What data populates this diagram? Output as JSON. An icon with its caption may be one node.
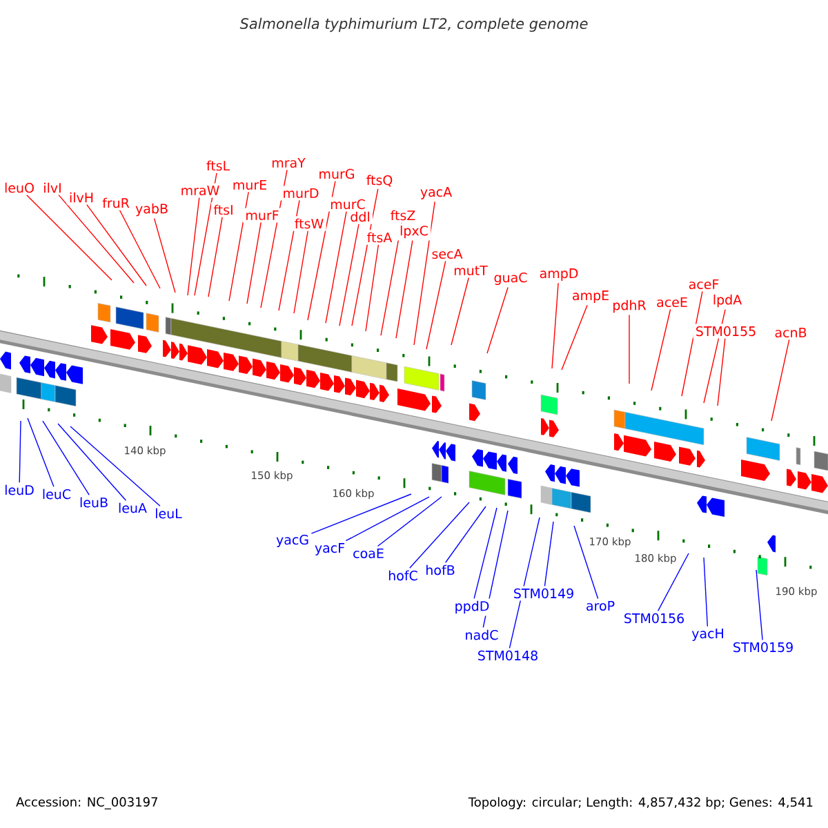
{
  "diagram": {
    "title": "Salmonella typhimurium LT2, complete genome",
    "nodes": [
      {
        "text": [
          "leuO"
        ]
      },
      {
        "text": [
          "ilvI"
        ]
      },
      {
        "text": [
          "ilvH"
        ]
      },
      {
        "text": [
          "fruR"
        ]
      },
      {
        "text": [
          "yabB"
        ]
      },
      {
        "text": [
          "mraW"
        ]
      },
      {
        "text": [
          "ftsL"
        ]
      },
      {
        "text": [
          "ftsI"
        ]
      },
      {
        "text": [
          "murE"
        ]
      },
      {
        "text": [
          "murF"
        ]
      },
      {
        "text": [
          "mraY"
        ]
      },
      {
        "text": [
          "murD"
        ]
      },
      {
        "text": [
          "ftsW"
        ]
      },
      {
        "text": [
          "murG"
        ]
      },
      {
        "text": [
          "murC"
        ]
      },
      {
        "text": [
          "ddl"
        ]
      },
      {
        "text": [
          "ftsQ"
        ]
      },
      {
        "text": [
          "ftsA"
        ]
      },
      {
        "text": [
          "ftsZ"
        ]
      },
      {
        "text": [
          "lpxC"
        ]
      },
      {
        "text": [
          "yacA"
        ]
      },
      {
        "text": [
          "secA"
        ]
      },
      {
        "text": [
          "mutT"
        ]
      },
      {
        "text": [
          "guaC"
        ]
      },
      {
        "text": [
          "ampD"
        ]
      },
      {
        "text": [
          "ampE"
        ]
      },
      {
        "text": [
          "pdhR"
        ]
      },
      {
        "text": [
          "aceE"
        ]
      },
      {
        "text": [
          "aceF"
        ]
      },
      {
        "text": [
          "lpdA"
        ]
      },
      {
        "text": [
          "STM0155"
        ]
      },
      {
        "text": [
          "acnB"
        ]
      },
      {
        "text": [
          "leuD"
        ]
      },
      {
        "text": [
          "leuC"
        ]
      },
      {
        "text": [
          "leuB"
        ]
      },
      {
        "text": [
          "leuA"
        ]
      },
      {
        "text": [
          "leuL"
        ]
      },
      {
        "text": [
          "yacG"
        ]
      },
      {
        "text": [
          "yacF"
        ]
      },
      {
        "text": [
          "coaE"
        ]
      },
      {
        "text": [
          "hofC"
        ]
      },
      {
        "text": [
          "hofB"
        ]
      },
      {
        "text": [
          "ppdD"
        ]
      },
      {
        "text": [
          "nadC"
        ]
      },
      {
        "text": [
          "STM0148"
        ]
      },
      {
        "text": [
          "STM0149"
        ]
      },
      {
        "text": [
          "aroP"
        ]
      },
      {
        "text": [
          "STM0156"
        ]
      },
      {
        "text": [
          "yacH"
        ]
      },
      {
        "text": [
          "STM0159"
        ]
      }
    ],
    "edges": [
      {
        "from": 0,
        "to": null,
        "arrow": "none"
      },
      {
        "from": 1,
        "to": null,
        "arrow": "none"
      },
      {
        "from": 2,
        "to": null,
        "arrow": "none"
      },
      {
        "from": 3,
        "to": null,
        "arrow": "none"
      },
      {
        "from": 4,
        "to": null,
        "arrow": "none"
      },
      {
        "from": 5,
        "to": null,
        "arrow": "none"
      },
      {
        "from": 6,
        "to": null,
        "arrow": "none"
      },
      {
        "from": 7,
        "to": null,
        "arrow": "none"
      },
      {
        "from": 8,
        "to": null,
        "arrow": "none"
      },
      {
        "from": 9,
        "to": null,
        "arrow": "none"
      },
      {
        "from": 10,
        "to": null,
        "arrow": "none"
      },
      {
        "from": 11,
        "to": null,
        "arrow": "none"
      },
      {
        "from": 12,
        "to": null,
        "arrow": "none"
      },
      {
        "from": 13,
        "to": null,
        "arrow": "none"
      },
      {
        "from": 14,
        "to": null,
        "arrow": "none"
      },
      {
        "from": 15,
        "to": null,
        "arrow": "none"
      },
      {
        "from": 16,
        "to": null,
        "arrow": "none"
      },
      {
        "from": 17,
        "to": null,
        "arrow": "none"
      },
      {
        "from": 18,
        "to": null,
        "arrow": "none"
      },
      {
        "from": 19,
        "to": null,
        "arrow": "none"
      },
      {
        "from": 20,
        "to": null,
        "arrow": "none"
      },
      {
        "from": 21,
        "to": null,
        "arrow": "none"
      },
      {
        "from": 22,
        "to": null,
        "arrow": "none"
      },
      {
        "from": 23,
        "to": null,
        "arrow": "none"
      },
      {
        "from": 24,
        "to": null,
        "arrow": "none"
      },
      {
        "from": 25,
        "to": null,
        "arrow": "none"
      },
      {
        "from": 26,
        "to": null,
        "arrow": "none"
      },
      {
        "from": 27,
        "to": null,
        "arrow": "none"
      },
      {
        "from": 28,
        "to": null,
        "arrow": "none"
      },
      {
        "from": 29,
        "to": null,
        "arrow": "none"
      },
      {
        "from": 30,
        "to": null,
        "arrow": "none"
      },
      {
        "from": 31,
        "to": null,
        "arrow": "none"
      },
      {
        "from": 32,
        "to": null,
        "arrow": "none",
        "color": "#0000ff"
      },
      {
        "from": 33,
        "to": null,
        "arrow": "none",
        "color": "#0000ff"
      },
      {
        "from": 34,
        "to": null,
        "arrow": "none",
        "color": "#0000ff"
      },
      {
        "from": 35,
        "to": null,
        "arrow": "none",
        "color": "#0000ff"
      },
      {
        "from": 36,
        "to": null,
        "arrow": "none",
        "color": "#0000ff"
      },
      {
        "from": 37,
        "to": null,
        "arrow": "none",
        "color": "#0000ff"
      },
      {
        "from": 38,
        "to": null,
        "arrow": "none",
        "color": "#0000ff"
      },
      {
        "from": 39,
        "to": null,
        "arrow": "none",
        "color": "#0000ff"
      },
      {
        "from": 40,
        "to": null,
        "arrow": "none",
        "color": "#0000ff"
      },
      {
        "from": 41,
        "to": null,
        "arrow": "none",
        "color": "#0000ff"
      },
      {
        "from": 42,
        "to": null,
        "arrow": "none",
        "color": "#0000ff"
      },
      {
        "from": 43,
        "to": null,
        "arrow": "none",
        "color": "#0000ff"
      },
      {
        "from": 44,
        "to": null,
        "arrow": "none",
        "color": "#0000ff"
      },
      {
        "from": 45,
        "to": null,
        "arrow": "none",
        "color": "#0000ff"
      },
      {
        "from": 46,
        "to": null,
        "arrow": "none",
        "color": "#0000ff"
      },
      {
        "from": 47,
        "to": null,
        "arrow": "none",
        "color": "#0000ff"
      },
      {
        "from": 48,
        "to": null,
        "arrow": "none",
        "color": "#0000ff"
      },
      {
        "from": 49,
        "to": null,
        "arrow": "none",
        "color": "#0000ff"
      }
    ],
    "labels": [
      "140 kbp",
      "150 kbp",
      "160 kbp",
      "170 kbp",
      "180 kbp",
      "190 kbp",
      "Accession: NC_003197",
      "Topology: circular; Length: 4,857,432 bp; Genes: 4,541"
    ]
  }
}
